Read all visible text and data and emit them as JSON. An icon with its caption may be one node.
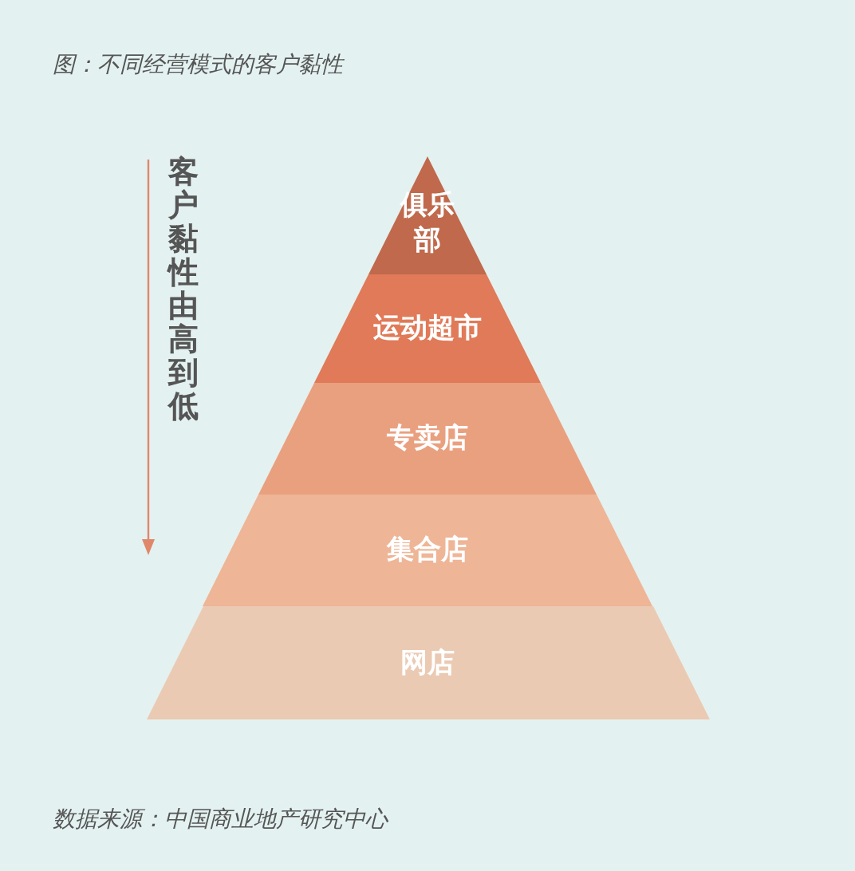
{
  "diagram": {
    "title": "图：不同经营模式的客户黏性",
    "caption": "数据来源：中国商业地产研究中心",
    "nodes": [
      {
        "text": [
          "俱乐部"
        ]
      },
      {
        "text": [
          "运动超市"
        ]
      },
      {
        "text": [
          "专卖店"
        ]
      },
      {
        "text": [
          "集合店"
        ]
      },
      {
        "text": [
          "网店"
        ]
      }
    ],
    "labels": [
      "客户黏性由高到低"
    ]
  }
}
